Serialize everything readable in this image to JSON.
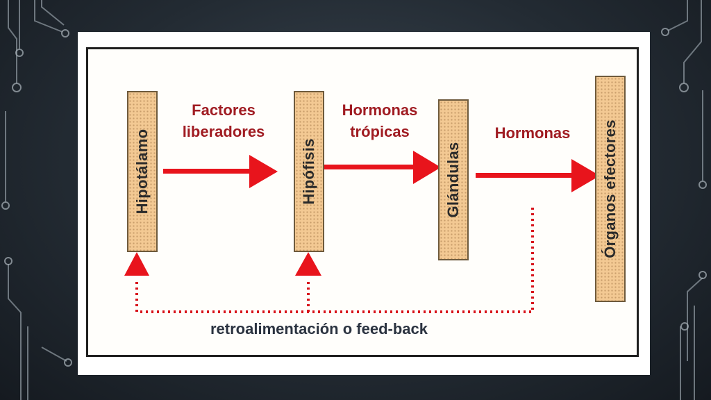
{
  "diagram": {
    "nodes": {
      "hipotalamo": "Hipotálamo",
      "hipofisis": "Hipófisis",
      "glandulas": "Glándulas",
      "organos": "Órganos efectores"
    },
    "edges": {
      "factores_line1": "Factores",
      "factores_line2": "liberadores",
      "tropicas_line1": "Hormonas",
      "tropicas_line2": "trópicas",
      "hormonas": "Hormonas"
    },
    "feedback_label": "retroalimentación o feed-back"
  },
  "colors": {
    "arrow": "#e8141c",
    "edge_label": "#a01c22",
    "box_fill": "#f3c993",
    "feedback_dots": "#d8141c"
  }
}
